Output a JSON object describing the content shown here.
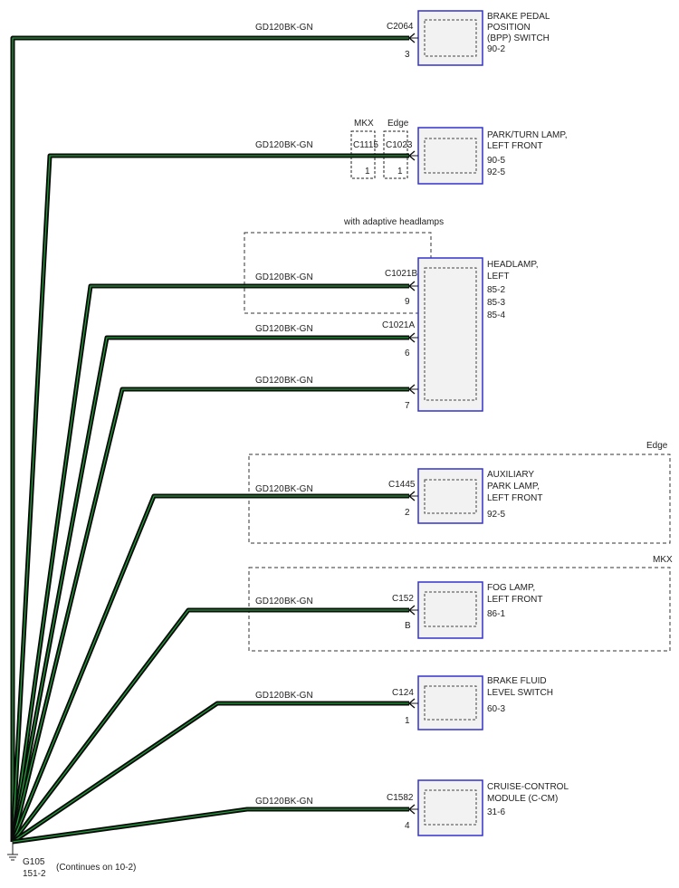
{
  "ground": {
    "id": "G105",
    "ref": "151-2",
    "note": "(Continues on 10-2)"
  },
  "wire": {
    "circuit": "GD120",
    "color": "BK-GN"
  },
  "colors": {
    "wire_outer": "#0a0a0a",
    "wire_stripe": "#1f9e3a",
    "box_border": "#3333cc",
    "box_fill": "#f2f2f2"
  },
  "annotations": {
    "adaptive": "with adaptive headlamps",
    "mkx": "MKX",
    "edge": "Edge",
    "mkx_box": "MKX",
    "edge_box": "Edge"
  },
  "inline_connectors": [
    {
      "name": "C1115",
      "pin": "1"
    },
    {
      "name": "C1023",
      "pin": "1"
    }
  ],
  "branches": [
    {
      "circuit": "GD120",
      "color": "BK-GN",
      "connector": "C2064",
      "pin": "3"
    },
    {
      "circuit": "GD120",
      "color": "BK-GN",
      "connector": "",
      "pin": ""
    },
    {
      "circuit": "GD120",
      "color": "BK-GN",
      "connector": "C1021B",
      "pin": "9"
    },
    {
      "circuit": "GD120",
      "color": "BK-GN",
      "connector": "C1021A",
      "pin": "6"
    },
    {
      "circuit": "GD120",
      "color": "BK-GN",
      "connector": "",
      "pin": "7"
    },
    {
      "circuit": "GD120",
      "color": "BK-GN",
      "connector": "C1445",
      "pin": "2"
    },
    {
      "circuit": "GD120",
      "color": "BK-GN",
      "connector": "C152",
      "pin": "B"
    },
    {
      "circuit": "GD120",
      "color": "BK-GN",
      "connector": "C124",
      "pin": "1"
    },
    {
      "circuit": "GD120",
      "color": "BK-GN",
      "connector": "C1582",
      "pin": "4"
    }
  ],
  "components": [
    {
      "lines": [
        "BRAKE PEDAL",
        "POSITION",
        "(BPP) SWITCH",
        "90-2"
      ]
    },
    {
      "lines": [
        "PARK/TURN LAMP,",
        "LEFT FRONT",
        "90-5",
        "92-5"
      ]
    },
    {
      "lines": [
        "HEADLAMP,",
        "LEFT",
        "85-2",
        "85-3",
        "85-4"
      ]
    },
    {
      "lines": [
        "AUXILIARY",
        "PARK LAMP,",
        "LEFT FRONT",
        "92-5"
      ]
    },
    {
      "lines": [
        "FOG LAMP,",
        "LEFT FRONT",
        "86-1"
      ]
    },
    {
      "lines": [
        "BRAKE FLUID",
        "LEVEL SWITCH",
        "60-3"
      ]
    },
    {
      "lines": [
        "CRUISE-CONTROL",
        "MODULE (C-CM)",
        "31-6"
      ]
    }
  ]
}
